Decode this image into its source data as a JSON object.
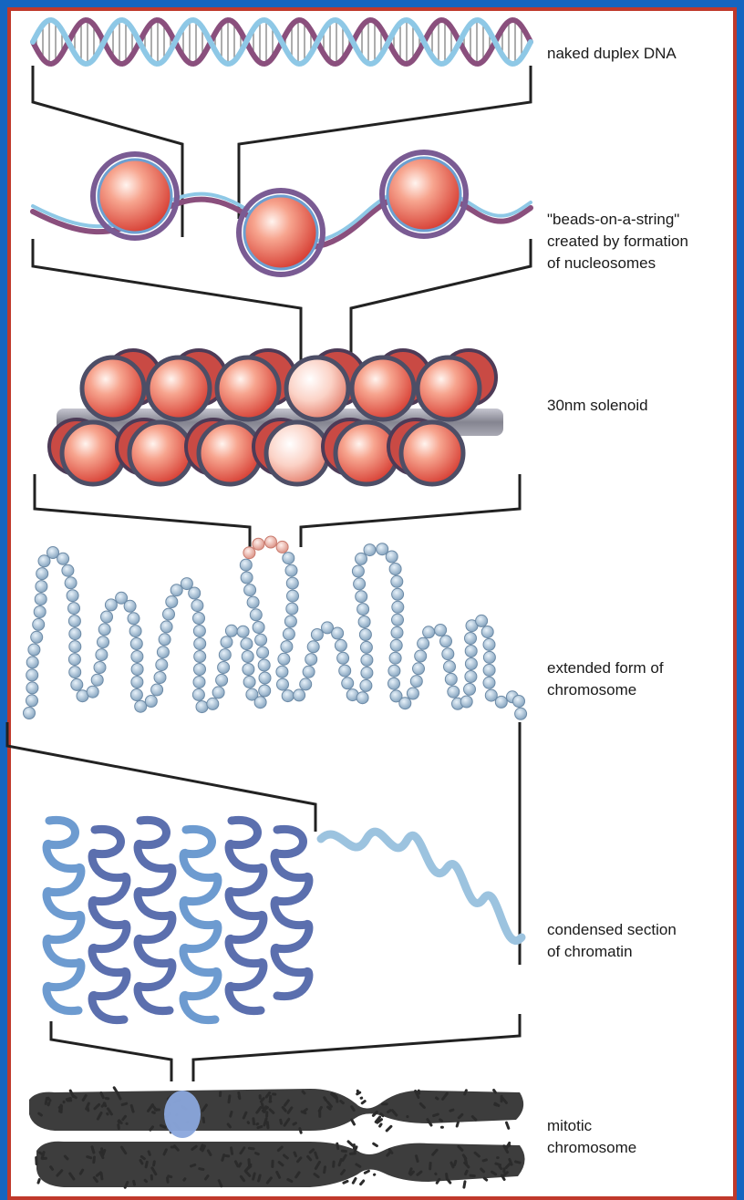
{
  "labels": {
    "dna": "naked duplex DNA",
    "beads": "\"beads-on-a-string\"\ncreated by formation\nof nucleosomes",
    "solenoid": "30nm solenoid",
    "extended": "extended form of\nchromosome",
    "condensed": "condensed section\nof chromatin",
    "mitotic": "mitotic\nchromosome"
  },
  "colors": {
    "frame_blue": "#1565c0",
    "frame_red": "#c0392b",
    "dna_blue": "#8ec8e6",
    "dna_purple": "#8a4f7d",
    "nucleosome_red": "#e0453a",
    "bead_blue": "#8fb0cc",
    "bead_pink": "#e8a69a",
    "chromatin_dark": "#5a6fae",
    "chromatin_light": "#9cc3df",
    "chromosome_gray": "#3d3d3d",
    "centromere": "#8aa6dc"
  }
}
